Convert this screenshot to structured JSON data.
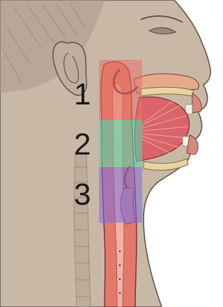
{
  "regions": [
    {
      "number": "1",
      "color": "#e5736a"
    },
    {
      "number": "2",
      "color": "#52d7a8"
    },
    {
      "number": "3",
      "color": "#7a6fe0"
    }
  ],
  "colors": {
    "background": "#ffffff",
    "skin": "#c9b8a6",
    "skin_shadow": "#a99888",
    "outline": "#5f554c",
    "mucosa": "#e27a6b",
    "tongue": "#d9646a",
    "bone": "#e8d4a0"
  }
}
